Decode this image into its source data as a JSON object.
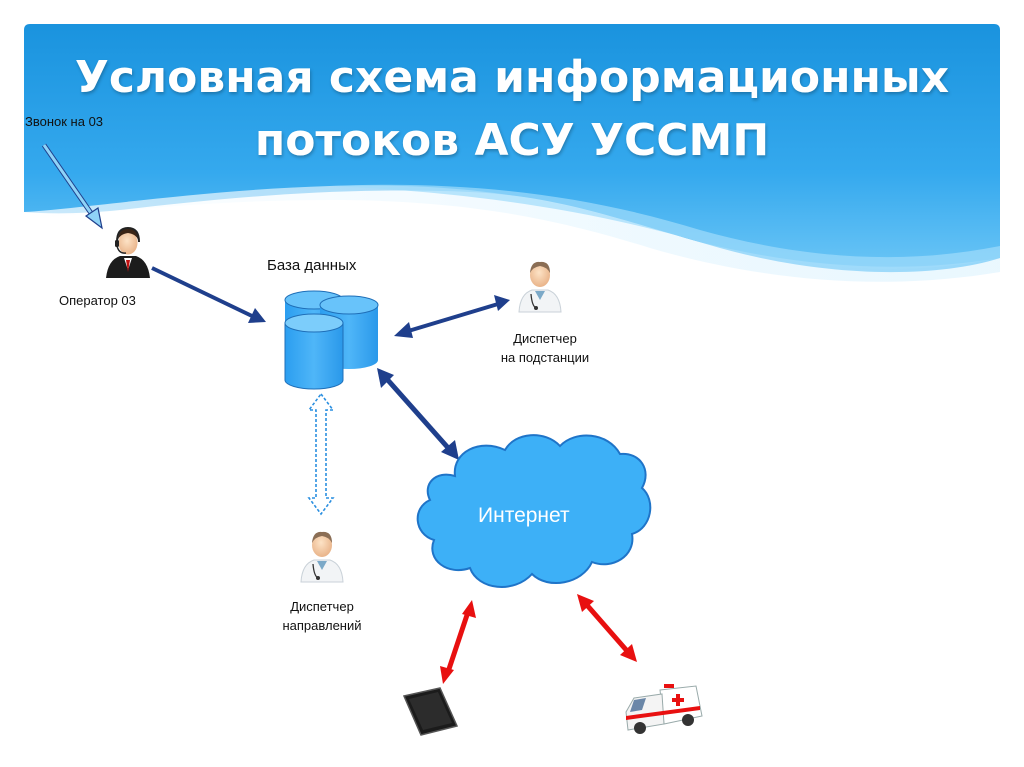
{
  "slide": {
    "title_line1": "Условная схема информационных",
    "title_line2": "потоков АСУ УССМП",
    "colors": {
      "header": "#1e9be3",
      "arrow_dark": "#1f3f8c",
      "arrow_red": "#e81010",
      "db": "#2ea3f2",
      "cloud": "#3db0f7"
    }
  },
  "labels": {
    "call": "Звонок на 03",
    "operator": "Оператор 03",
    "database": "База данных",
    "substation_line1": "Диспетчер",
    "substation_line2": "на подстанции",
    "directions_line1": "Диспетчер",
    "directions_line2": "направлений",
    "internet": "Интернет"
  },
  "icons": [
    "operator-headset-icon",
    "database-icon",
    "doctor-icon",
    "cloud-icon",
    "tablet-icon",
    "ambulance-icon"
  ]
}
